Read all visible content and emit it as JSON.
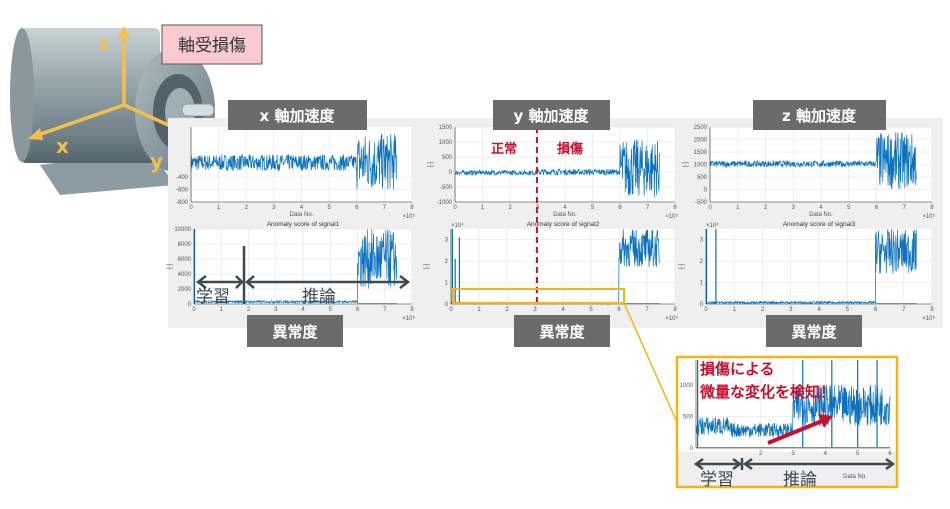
{
  "motor": {
    "axis_labels": {
      "x": "x",
      "y": "y",
      "z": "z"
    },
    "fault_label": "軸受損傷",
    "fault_label_bg": "#f9c9d0"
  },
  "headers": {
    "x_accel": "x 軸加速度",
    "y_accel": "y 軸加速度",
    "z_accel": "z 軸加速度",
    "anomaly": "異常度"
  },
  "annotations": {
    "normal": "正常",
    "damage": "損傷",
    "learning": "学習",
    "inference": "推論",
    "detect_line1": "損傷による",
    "detect_line2": "微量な変化を検知！"
  },
  "colors": {
    "signal": "#0b72bd",
    "highlight": "#f5b316",
    "alert_red": "#c8102e",
    "label_box": "#6b6b6b",
    "threshold": "#f08a6a"
  },
  "chart_data": [
    {
      "id": "sig1",
      "type": "line",
      "title": "",
      "xlabel": "Data No.",
      "ylabel": "",
      "x_exponent": "×10⁵",
      "xlim": [
        0,
        8
      ],
      "ylim": [
        -800,
        400
      ],
      "xticks": [
        0,
        1,
        2,
        3,
        4,
        5,
        6,
        7,
        8
      ],
      "yticks": [
        -800,
        -600,
        -400
      ],
      "segments": [
        {
          "from": 0,
          "to": 6,
          "lo": -300,
          "hi": -40
        },
        {
          "from": 6,
          "to": 7.45,
          "lo": -620,
          "hi": 300
        }
      ],
      "spikes": []
    },
    {
      "id": "sig2",
      "type": "line",
      "title": "",
      "xlabel": "Data No.",
      "ylabel": "[-]",
      "x_exponent": "×10⁵",
      "xlim": [
        0,
        8
      ],
      "ylim": [
        -1000,
        1500
      ],
      "xticks": [
        0,
        1,
        2,
        3,
        4,
        5,
        6,
        7,
        8
      ],
      "yticks": [
        -1000,
        -500,
        0,
        500,
        1000,
        1500
      ],
      "segments": [
        {
          "from": 0,
          "to": 3,
          "lo": -100,
          "hi": 60
        },
        {
          "from": 3,
          "to": 6,
          "lo": -100,
          "hi": 100
        },
        {
          "from": 6,
          "to": 7.45,
          "lo": -850,
          "hi": 1100
        }
      ],
      "spikes": []
    },
    {
      "id": "sig3",
      "type": "line",
      "title": "",
      "xlabel": "Data No.",
      "ylabel": "[-]",
      "x_exponent": "×10⁵",
      "xlim": [
        0,
        8
      ],
      "ylim": [
        -500,
        2500
      ],
      "xticks": [
        0,
        1,
        2,
        3,
        4,
        5,
        6,
        7,
        8
      ],
      "yticks": [
        -500,
        0,
        500,
        1000,
        1500,
        2000,
        2500
      ],
      "segments": [
        {
          "from": 0,
          "to": 6,
          "lo": 900,
          "hi": 1150
        },
        {
          "from": 6,
          "to": 7.45,
          "lo": 0,
          "hi": 2300
        }
      ],
      "spikes": []
    },
    {
      "id": "an1",
      "type": "line",
      "title": "Anomaly score of signal1",
      "xlabel": "",
      "ylabel": "[-]",
      "x_exponent": "×10⁵",
      "xlim": [
        0,
        8
      ],
      "ylim": [
        0,
        10000
      ],
      "xticks": [
        0,
        1,
        2,
        3,
        4,
        5,
        6,
        7,
        8
      ],
      "yticks": [
        0,
        2000,
        4000,
        6000,
        8000,
        10000
      ],
      "segments": [
        {
          "from": 0,
          "to": 6,
          "lo": 150,
          "hi": 450
        },
        {
          "from": 6,
          "to": 7.45,
          "lo": 2000,
          "hi": 10000
        }
      ],
      "spikes": [
        {
          "x": 0.02,
          "y": 10000
        }
      ],
      "threshold": {
        "from": 6,
        "to": 7.45,
        "y": 0
      }
    },
    {
      "id": "an2",
      "type": "line",
      "title": "Anomaly score of signal2",
      "xlabel": "",
      "ylabel": "[-]",
      "x_exponent": "×10⁵",
      "y_exponent": "×10⁴",
      "xlim": [
        0,
        8
      ],
      "ylim": [
        0,
        35000
      ],
      "xticks": [
        0,
        1,
        2,
        3,
        4,
        5,
        6,
        7,
        8
      ],
      "yticks": [
        0,
        10000,
        20000,
        30000
      ],
      "ytick_labels": [
        "0",
        "1",
        "2",
        "3"
      ],
      "segments": [
        {
          "from": 0,
          "to": 6,
          "lo": 100,
          "hi": 800
        },
        {
          "from": 6,
          "to": 7.45,
          "lo": 17000,
          "hi": 35000
        }
      ],
      "spikes": [
        {
          "x": 0.05,
          "y": 35000
        },
        {
          "x": 0.15,
          "y": 21000
        },
        {
          "x": 0.3,
          "y": 31000
        }
      ],
      "threshold": {
        "from": 6,
        "to": 7.45,
        "y": 0
      }
    },
    {
      "id": "an3",
      "type": "line",
      "title": "Anomaly score of signal3",
      "xlabel": "",
      "ylabel": "[-]",
      "x_exponent": "×10⁵",
      "y_exponent": "×10⁴",
      "xlim": [
        0,
        8
      ],
      "ylim": [
        0,
        35000
      ],
      "xticks": [
        0,
        1,
        2,
        3,
        4,
        5,
        6,
        7,
        8
      ],
      "yticks": [
        0,
        10000,
        20000,
        30000
      ],
      "ytick_labels": [
        "0",
        "1",
        "2",
        "3"
      ],
      "segments": [
        {
          "from": 0,
          "to": 6,
          "lo": 200,
          "hi": 1200
        },
        {
          "from": 6,
          "to": 7.45,
          "lo": 14000,
          "hi": 35000
        }
      ],
      "spikes": [
        {
          "x": 0.02,
          "y": 35000
        },
        {
          "x": 0.35,
          "y": 35000
        }
      ],
      "threshold": {
        "from": 6,
        "to": 7.45,
        "y": 0
      }
    },
    {
      "id": "inset",
      "type": "line",
      "title": "",
      "xlabel": "Data No.",
      "ylabel": "",
      "xlim": [
        0,
        6
      ],
      "ylim": [
        0,
        1400
      ],
      "xticks": [
        2,
        3,
        4,
        5,
        6
      ],
      "yticks": [
        0,
        500,
        1000
      ],
      "segments": [
        {
          "from": 0,
          "to": 1,
          "lo": 200,
          "hi": 500
        },
        {
          "from": 1,
          "to": 3,
          "lo": 170,
          "hi": 400
        },
        {
          "from": 3,
          "to": 6,
          "lo": 350,
          "hi": 1000
        }
      ],
      "spikes": [
        {
          "x": 0.05,
          "y": 1400
        },
        {
          "x": 3.3,
          "y": 1400
        },
        {
          "x": 4.2,
          "y": 1400
        },
        {
          "x": 5.0,
          "y": 1400
        },
        {
          "x": 5.6,
          "y": 1400
        }
      ],
      "threshold": {
        "from": 0,
        "to": 6,
        "y": 0
      }
    }
  ]
}
